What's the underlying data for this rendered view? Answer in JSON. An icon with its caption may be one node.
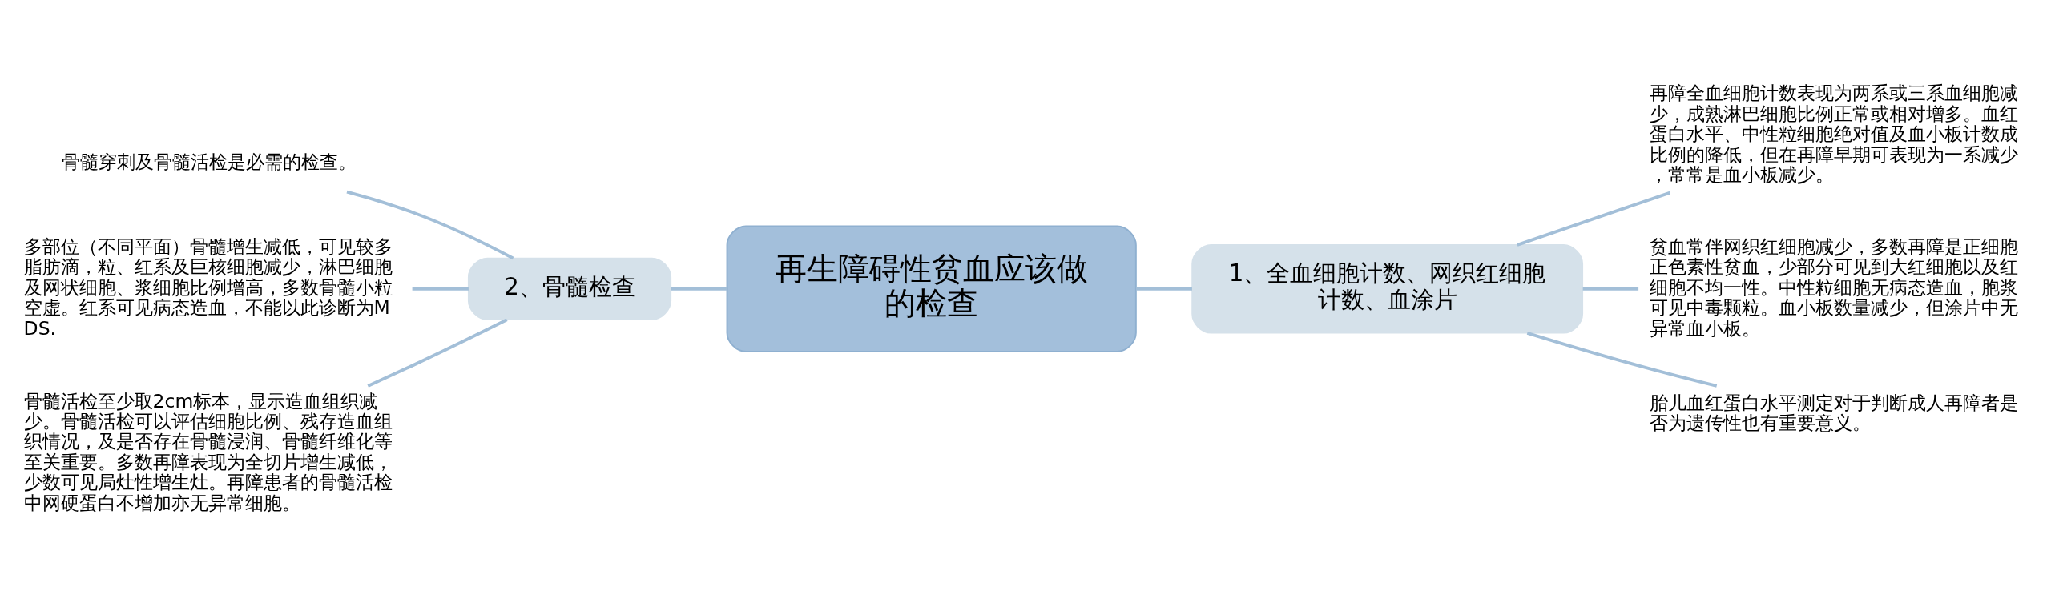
{
  "diagram": {
    "nodes": [
      {
        "text": [
          "再生障碍性贫血应该做的检查"
        ]
      },
      {
        "text": [
          "1、全血细胞计数、网织红细胞计数、血涂片"
        ]
      },
      {
        "text": [
          "再障全血细胞计数表现为两系或三系血细胞减少，成熟淋巴细胞比例正常或相对增多。血红蛋白水平、中性粒细胞绝对值及血小板计数成比例的降低，但在再障早期可表现为一系减少，常常是血小板减少。"
        ]
      },
      {
        "text": [
          "贫血常伴网织红细胞减少，多数再障是正细胞正色素性贫血，少部分可见到大红细胞以及红细胞不均一性。中性粒细胞无病态造血，胞浆可见中毒颗粒。血小板数量减少，但涂片中无异常血小板。"
        ]
      },
      {
        "text": [
          "胎儿血红蛋白水平测定对于判断成人再障者是否为遗传性也有重要意义。"
        ]
      },
      {
        "text": [
          "2、骨髓检查"
        ]
      },
      {
        "text": [
          "骨髓穿刺及骨髓活检是必需的检查。"
        ]
      },
      {
        "text": [
          "多部位（不同平面）骨髓增生减低，可见较多脂肪滴，粒、红系及巨核细胞减少，淋巴细胞及网状细胞、浆细胞比例增高，多数骨髓小粒空虚。红系可见病态造血，不能以此诊断为MDS."
        ]
      },
      {
        "text": [
          "骨髓活检至少取2cm标本，显示造血组织减少。骨髓活检可以评估细胞比例、残存造血组织情况，及是否存在骨髓浸润、骨髓纤维化等至关重要。多数再障表现为全切片增生减低，少数可见局灶性增生灶。再障患者的骨髓活检中网硬蛋白不增加亦无异常细胞。"
        ]
      }
    ],
    "edges": [
      {
        "from": 0,
        "to": 1,
        "arrow": "none"
      },
      {
        "from": 1,
        "to": 2,
        "arrow": "none"
      },
      {
        "from": 1,
        "to": 3,
        "arrow": "none"
      },
      {
        "from": 1,
        "to": 4,
        "arrow": "none"
      },
      {
        "from": 0,
        "to": 5,
        "arrow": "none"
      },
      {
        "from": 5,
        "to": 6,
        "arrow": "none"
      },
      {
        "from": 5,
        "to": 7,
        "arrow": "none"
      },
      {
        "from": 5,
        "to": 8,
        "arrow": "none"
      }
    ]
  }
}
